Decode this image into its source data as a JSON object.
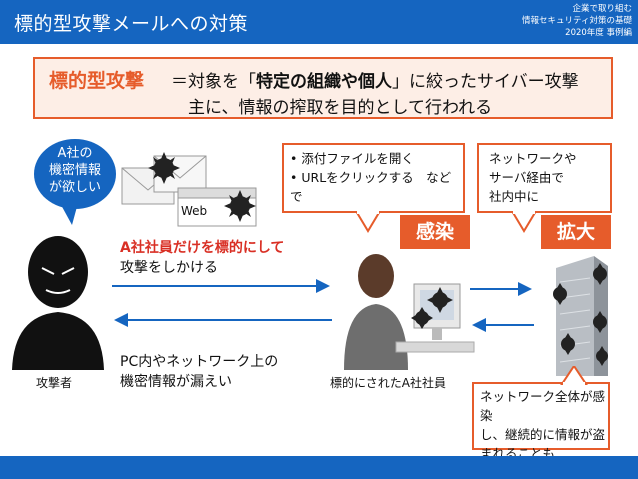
{
  "header": {
    "title": "標的型攻撃メールへの対策",
    "subtitle_1": "企業で取り組む",
    "subtitle_2": "情報セキュリティ対策の基礎",
    "subtitle_3": "2020年度 事例編"
  },
  "definition": {
    "term": "標的型攻撃",
    "line1_pre": "＝対象を「",
    "line1_bold": "特定の組織や個人",
    "line1_post": "」に絞ったサイバー攻撃",
    "line2": "主に、情報の搾取を目的として行われる"
  },
  "speech": {
    "line1": "A社の",
    "line2": "機密情報",
    "line3": "が欲しい"
  },
  "web_label": "Web",
  "infection_note": {
    "item1": "添付ファイルを開く",
    "item2": "URLをクリックする　などで"
  },
  "spread_note": {
    "line1": "ネットワークや",
    "line2": "サーバ経由で",
    "line3": "社内中に"
  },
  "tags": {
    "infection": "感染",
    "expansion": "拡大"
  },
  "attack_text": {
    "line1": "A社社員だけを標的にして",
    "line2": "攻撃をしかける"
  },
  "leak_text": {
    "line1": "PC内やネットワーク上の",
    "line2": "機密情報が漏えい"
  },
  "labels": {
    "attacker": "攻撃者",
    "employee": "標的にされたA社社員"
  },
  "network_note": {
    "line1": "ネットワーク全体が感染",
    "line2": "し、継続的に情報が盗",
    "line3": "まれることも"
  },
  "colors": {
    "brand_blue": "#1565c0",
    "accent_orange": "#e65c2b",
    "attack_red": "#d93025"
  }
}
